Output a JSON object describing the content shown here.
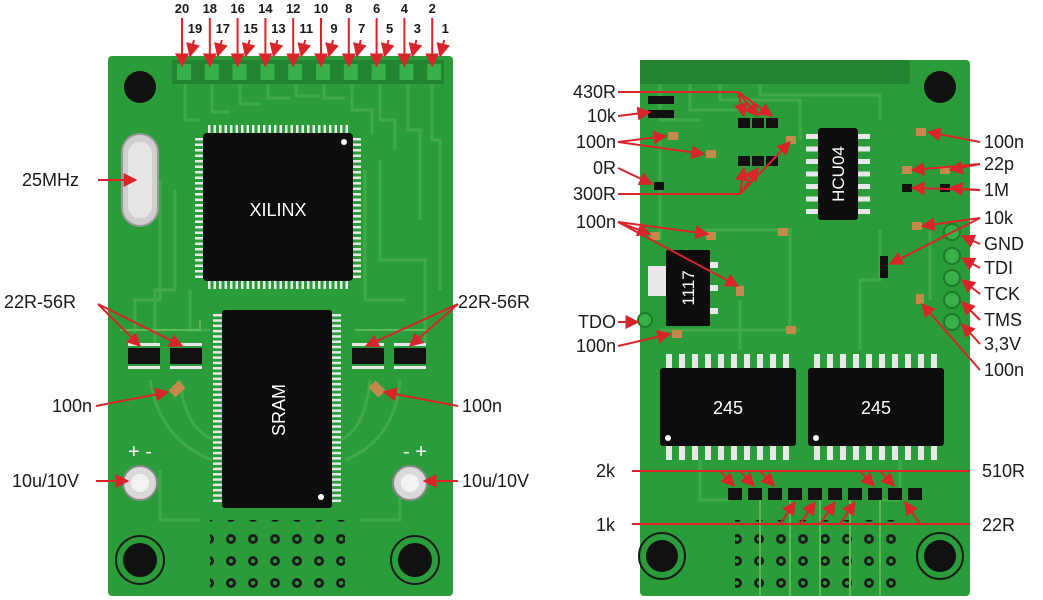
{
  "left_board": {
    "pins_top": [
      "20",
      "18",
      "16",
      "14",
      "12",
      "10",
      "8",
      "6",
      "4",
      "2"
    ],
    "pins_bottom": [
      "19",
      "17",
      "15",
      "13",
      "11",
      "9",
      "7",
      "5",
      "3",
      "1"
    ],
    "crystal_label": "25MHz",
    "fpga_text": "XILINX",
    "sram_text": "SRAM",
    "resistor_left": "22R-56R",
    "resistor_right": "22R-56R",
    "cap_left": "100n",
    "cap_right": "100n",
    "elcap_left": "10u/10V",
    "elcap_right": "10u/10V",
    "pol_left": "+ -",
    "pol_right": "- +"
  },
  "right_board": {
    "chip_hcu": "HCU04",
    "chip_reg": "1117",
    "chip_245a": "245",
    "chip_245b": "245",
    "labels_left": [
      "430R",
      "10k",
      "100n",
      "0R",
      "300R",
      "100n",
      "TDO",
      "100n"
    ],
    "labels_right": [
      "100n",
      "22p",
      "1M",
      "10k",
      "GND",
      "TDI",
      "TCK",
      "TMS",
      "3,3V",
      "100n"
    ],
    "labels_bottom_left": [
      "2k",
      "1k"
    ],
    "labels_bottom_right": [
      "510R",
      "22R"
    ]
  },
  "colors": {
    "board": "#2a9d3a",
    "board_dark": "#238532",
    "chip": "#0d0d0d",
    "arrow": "#d8242a",
    "pad": "#e8e8e8"
  }
}
